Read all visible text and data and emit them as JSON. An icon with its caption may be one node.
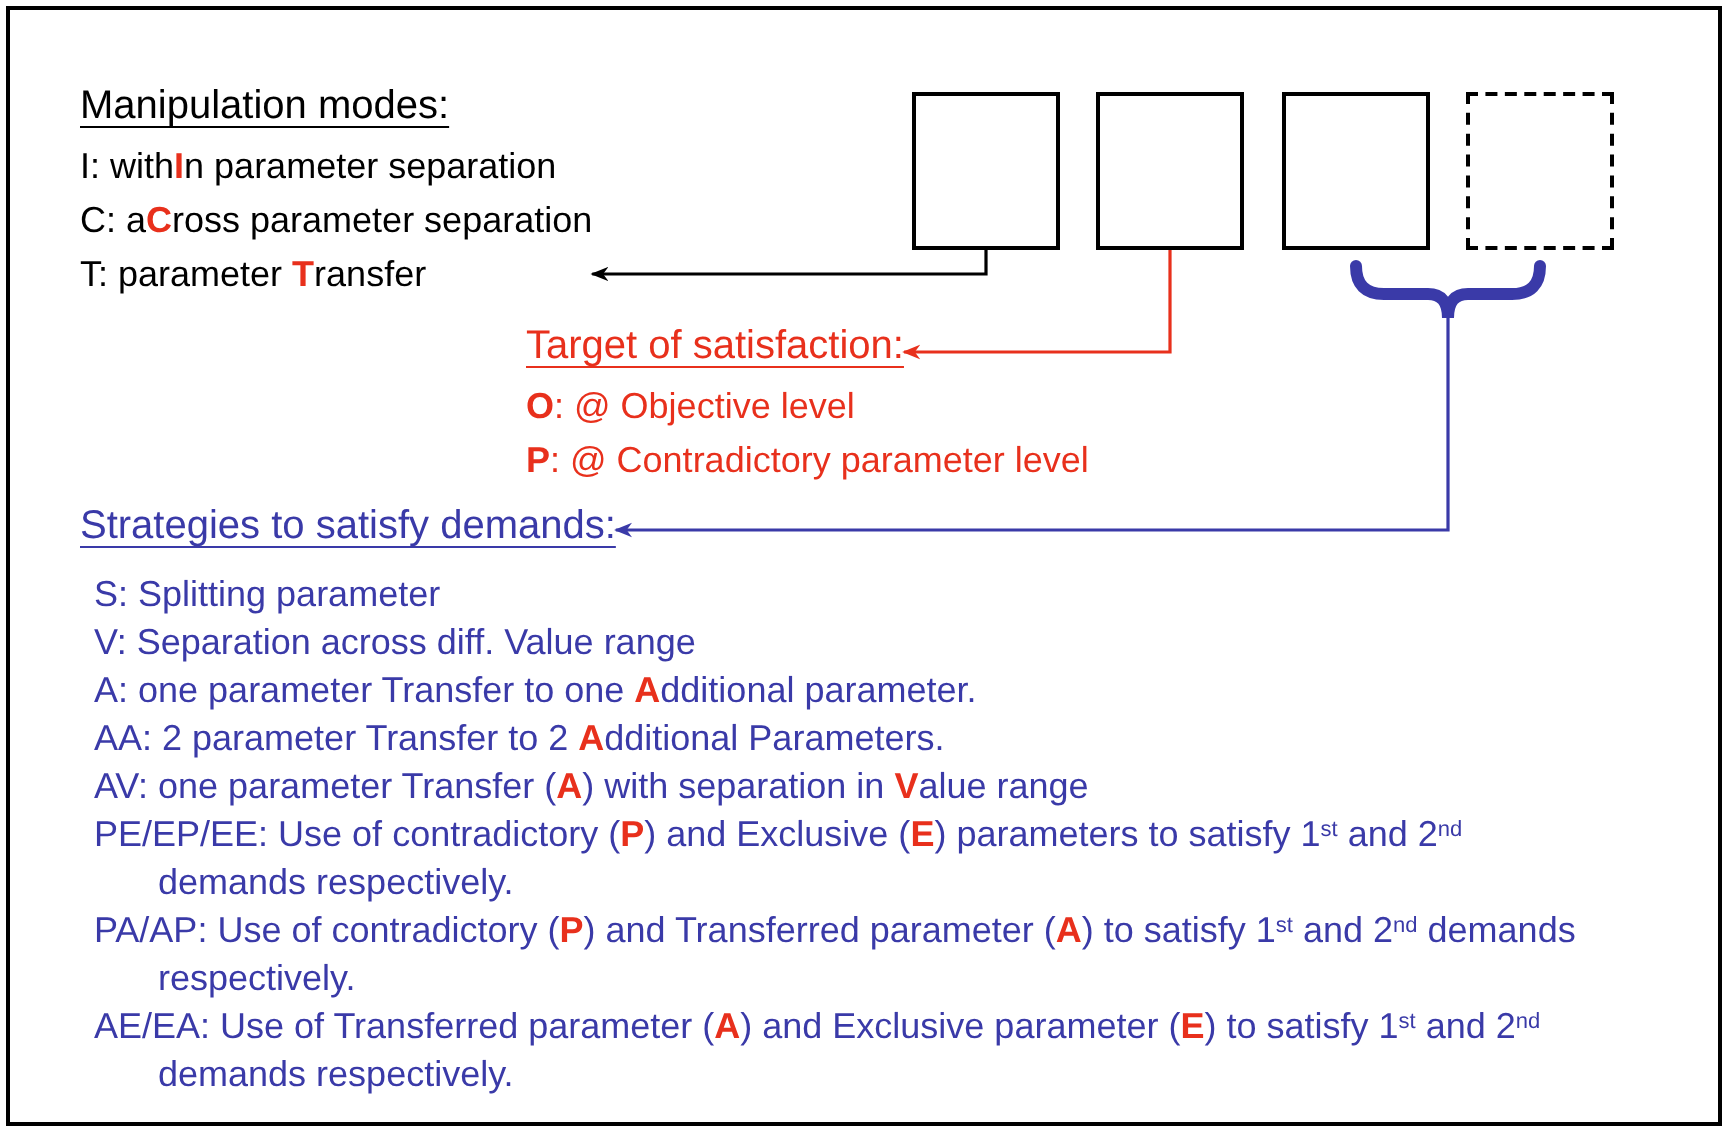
{
  "diagram": {
    "nodes": [
      {
        "text": [
          "Manipulation modes:",
          "I: with**I**n parameter separation",
          "C: a**C**ross parameter separation",
          "T: parameter **T**ransfer"
        ]
      },
      {
        "text": [],
        "shape": "box"
      },
      {
        "text": [],
        "shape": "box"
      },
      {
        "text": [],
        "shape": "box"
      },
      {
        "text": [],
        "shape": "box"
      },
      {
        "text": [
          "Target of satisfaction:"
        ]
      },
      {
        "text": [
          "Strategies to satisfy demands:"
        ]
      }
    ],
    "edges": [
      {
        "from": 1,
        "to": 0,
        "arrow": "to",
        "color": "#000000"
      },
      {
        "from": 2,
        "to": 5,
        "arrow": "to",
        "color": "#e8301c"
      },
      {
        "from": 3,
        "to": 6,
        "arrow": "to"
      },
      {
        "from": 4,
        "to": 6,
        "arrow": "to"
      }
    ],
    "labels": [
      "**O**: @ Objective level",
      "**P**: @ Contradictory parameter level",
      "S: Splitting parameter",
      "V: Separation across diff. Value range",
      "A: one parameter Transfer to one **A**dditional parameter.",
      "AA: 2 parameter Transfer to 2 **A**dditional Parameters.",
      "AV: one parameter Transfer (**A**) with separation in **V**alue range",
      "PE/EP/EE: Use of contradictory (**P**) and Exclusive (**E**) parameters to satisfy 1$^{st}$ and 2$^{nd}$ demands respectively.",
      "PA/AP: Use of contradictory (**P**) and Transferred parameter (**A**) to satisfy 1$^{st}$ and 2$^{nd}$ demands respectively.",
      "AE/EA: Use of Transferred parameter (**A**) and Exclusive parameter (**E**) to satisfy 1$^{st}$ and 2$^{nd}$ demands respectively."
    ]
  }
}
